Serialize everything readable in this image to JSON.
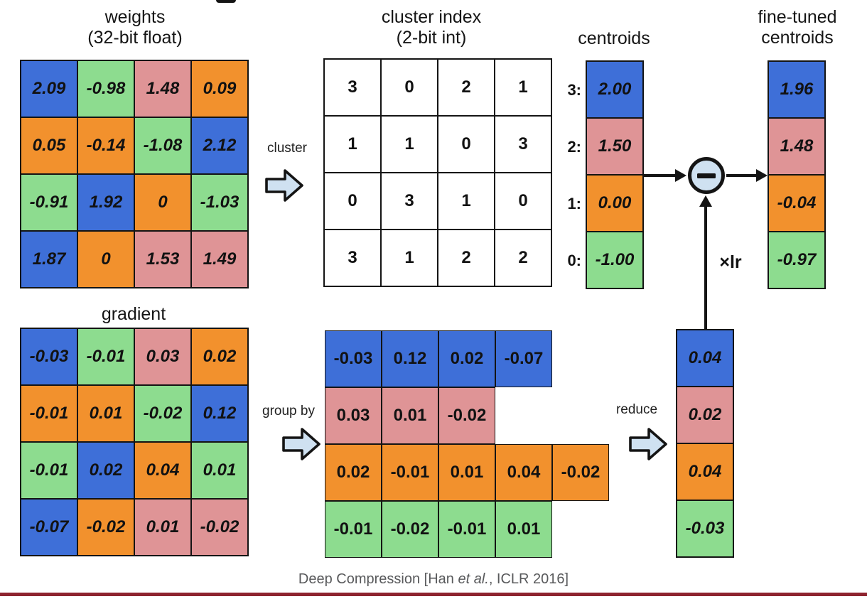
{
  "palette": {
    "blue": "#3e6fd8",
    "green": "#8ddc8f",
    "pink": "#df9496",
    "orange": "#f2912d",
    "lightblue": "#cfe1f1",
    "maroon": "#8e242f",
    "caption_gray": "#58595b"
  },
  "headers": {
    "weights_title": "weights",
    "weights_subtitle": "(32-bit float)",
    "cluster_title": "cluster index",
    "cluster_subtitle": "(2-bit int)",
    "centroids_title": "centroids",
    "finetuned_line1": "fine-tuned",
    "finetuned_line2": "centroids",
    "gradient_title": "gradient"
  },
  "labels": {
    "cluster": "cluster",
    "group_by": "group by",
    "reduce": "reduce",
    "times_lr": "×lr"
  },
  "icons": {
    "minus": "−",
    "block_arrow": "⇨"
  },
  "weights": {
    "values": [
      [
        "2.09",
        "-0.98",
        "1.48",
        "0.09"
      ],
      [
        "0.05",
        "-0.14",
        "-1.08",
        "2.12"
      ],
      [
        "-0.91",
        "1.92",
        "0",
        "-1.03"
      ],
      [
        "1.87",
        "0",
        "1.53",
        "1.49"
      ]
    ],
    "cell_colors": [
      [
        "blue",
        "green",
        "pink",
        "orange"
      ],
      [
        "orange",
        "orange",
        "green",
        "blue"
      ],
      [
        "green",
        "blue",
        "orange",
        "green"
      ],
      [
        "blue",
        "orange",
        "pink",
        "pink"
      ]
    ]
  },
  "cluster_index": {
    "values": [
      [
        "3",
        "0",
        "2",
        "1"
      ],
      [
        "1",
        "1",
        "0",
        "3"
      ],
      [
        "0",
        "3",
        "1",
        "0"
      ],
      [
        "3",
        "1",
        "2",
        "2"
      ]
    ]
  },
  "centroids": {
    "index_labels": [
      "3:",
      "2:",
      "1:",
      "0:"
    ],
    "values": [
      "2.00",
      "1.50",
      "0.00",
      "-1.00"
    ],
    "colors": [
      "blue",
      "pink",
      "orange",
      "green"
    ]
  },
  "finetuned": {
    "values": [
      "1.96",
      "1.48",
      "-0.04",
      "-0.97"
    ],
    "colors": [
      "blue",
      "pink",
      "orange",
      "green"
    ]
  },
  "gradient": {
    "values": [
      [
        "-0.03",
        "-0.01",
        "0.03",
        "0.02"
      ],
      [
        "-0.01",
        "0.01",
        "-0.02",
        "0.12"
      ],
      [
        "-0.01",
        "0.02",
        "0.04",
        "0.01"
      ],
      [
        "-0.07",
        "-0.02",
        "0.01",
        "-0.02"
      ]
    ],
    "cell_colors": [
      [
        "blue",
        "green",
        "pink",
        "orange"
      ],
      [
        "orange",
        "orange",
        "green",
        "blue"
      ],
      [
        "green",
        "blue",
        "orange",
        "green"
      ],
      [
        "blue",
        "orange",
        "pink",
        "pink"
      ]
    ]
  },
  "grouped": {
    "row_colors": [
      "blue",
      "pink",
      "orange",
      "green"
    ],
    "values": [
      [
        "-0.03",
        "0.12",
        "0.02",
        "-0.07"
      ],
      [
        "0.03",
        "0.01",
        "-0.02"
      ],
      [
        "0.02",
        "-0.01",
        "0.01",
        "0.04",
        "-0.02"
      ],
      [
        "-0.01",
        "-0.02",
        "-0.01",
        "0.01"
      ]
    ]
  },
  "reduced": {
    "values": [
      "0.04",
      "0.02",
      "0.04",
      "-0.03"
    ],
    "colors": [
      "blue",
      "pink",
      "orange",
      "green"
    ]
  },
  "caption": {
    "prefix": "Deep Compression [Han ",
    "etal": "et al.",
    "suffix": ", ICLR 2016]"
  }
}
